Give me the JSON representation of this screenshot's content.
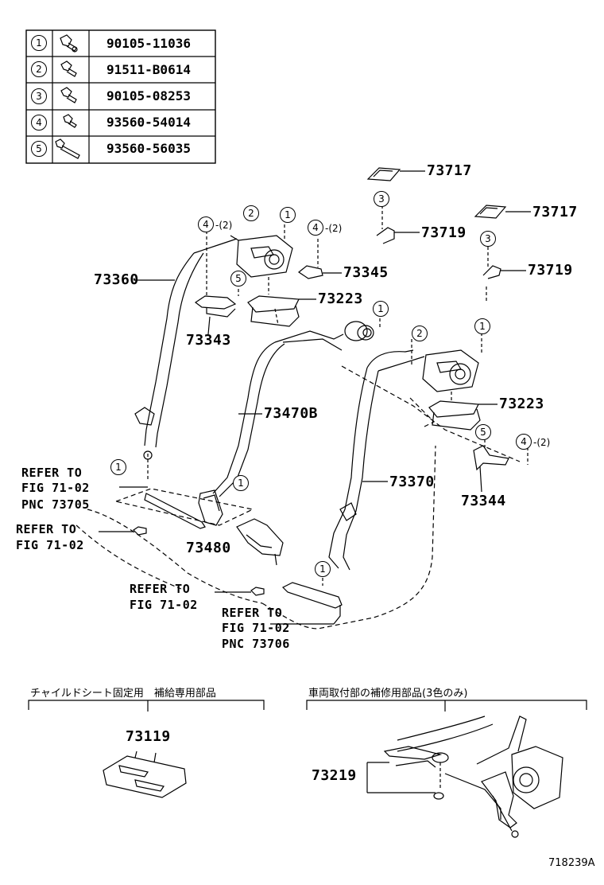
{
  "fastener_table": [
    {
      "num": "1",
      "part": "90105-11036"
    },
    {
      "num": "2",
      "part": "91511-B0614"
    },
    {
      "num": "3",
      "part": "90105-08253"
    },
    {
      "num": "4",
      "part": "93560-54014"
    },
    {
      "num": "5",
      "part": "93560-56035"
    }
  ],
  "part_labels": {
    "p73717a": "73717",
    "p73719a": "73719",
    "p73717b": "73717",
    "p73719b": "73719",
    "p73360": "73360",
    "p73345": "73345",
    "p73223a": "73223",
    "p73343": "73343",
    "p73470b": "73470B",
    "p73223b": "73223",
    "p73370": "73370",
    "p73344": "73344",
    "p73480": "73480",
    "p73119": "73119",
    "p73219": "73219"
  },
  "callouts": {
    "c4a": "4",
    "c4a_qty": "-(2)",
    "c2a": "2",
    "c1a": "1",
    "c4b": "4",
    "c4b_qty": "-(2)",
    "c3a": "3",
    "c3b": "3",
    "c5a": "5",
    "c1b": "1",
    "c2b": "2",
    "c1c": "1",
    "c5b": "5",
    "c4c": "4",
    "c4c_qty": "-(2)",
    "c1d": "1",
    "c1e": "1",
    "c1f": "1"
  },
  "references": {
    "r1_line1": "REFER TO",
    "r1_line2": "FIG 71-02",
    "r1_line3": "PNC 73705",
    "r2_line1": "REFER TO",
    "r2_line2": "FIG 71-02",
    "r3_line1": "REFER TO",
    "r3_line2": "FIG 71-02",
    "r4_line1": "REFER TO",
    "r4_line2": "FIG 71-02",
    "r4_line3": "PNC 73706"
  },
  "captions": {
    "child_seat": "チャイルドシート固定用　補給専用部品",
    "repair": "車両取付部の補修用部品(3色のみ)"
  },
  "doc_id": "718239A"
}
